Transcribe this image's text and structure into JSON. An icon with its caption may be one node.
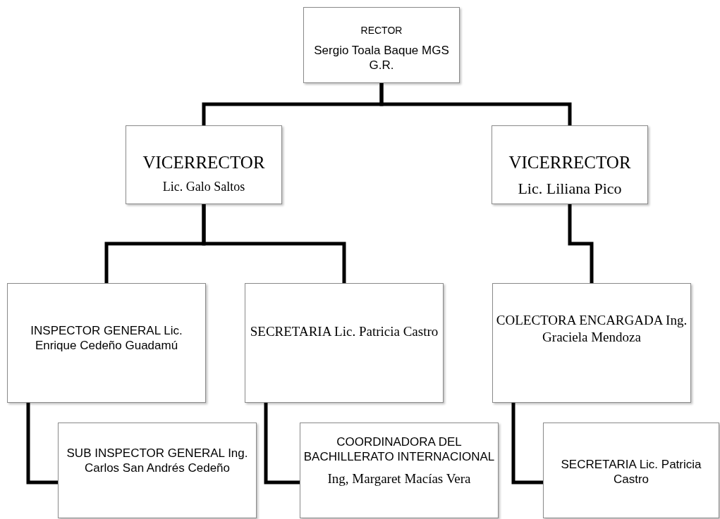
{
  "diagram": {
    "nodes": [
      {
        "text": [
          "RECTOR",
          "Sergio Toala Baque MGS G.R."
        ]
      },
      {
        "text": [
          "VICERRECTOR",
          "Lic. Galo Saltos"
        ]
      },
      {
        "text": [
          "VICERRECTOR",
          "Lic. Liliana Pico"
        ]
      },
      {
        "text": [
          "INSPECTOR GENERAL Lic. Enrique Cedeño Guadamú"
        ]
      },
      {
        "text": [
          "SECRETARIA Lic. Patricia Castro"
        ]
      },
      {
        "text": [
          "COLECTORA ENCARGADA Ing. Graciela Mendoza"
        ]
      },
      {
        "text": [
          "SUB INSPECTOR GENERAL Ing. Carlos San Andrés Cedeño"
        ]
      },
      {
        "text": [
          "COORDINADORA DEL BACHILLERATO INTERNACIONAL",
          "Ing, Margaret Macías Vera"
        ]
      },
      {
        "text": [
          "SECRETARIA Lic. Patricia Castro"
        ]
      }
    ],
    "edges": [
      {
        "from": 0,
        "to": 1,
        "arrow": "none"
      },
      {
        "from": 0,
        "to": 2,
        "arrow": "none"
      },
      {
        "from": 1,
        "to": 3,
        "arrow": "none"
      },
      {
        "from": 1,
        "to": 4,
        "arrow": "none"
      },
      {
        "from": 2,
        "to": 5,
        "arrow": "none"
      },
      {
        "from": 3,
        "to": 6,
        "arrow": "none"
      },
      {
        "from": 4,
        "to": 7,
        "arrow": "none"
      },
      {
        "from": 5,
        "to": 8,
        "arrow": "none"
      }
    ]
  }
}
